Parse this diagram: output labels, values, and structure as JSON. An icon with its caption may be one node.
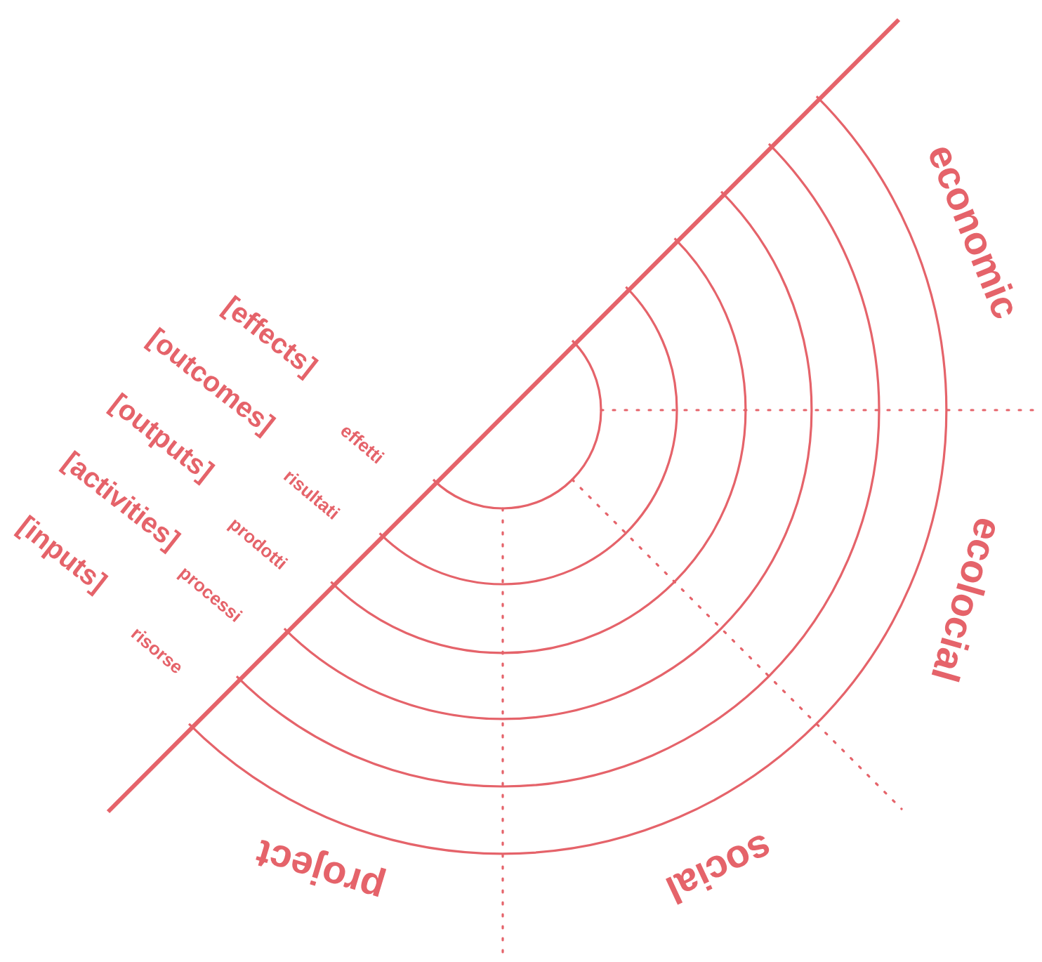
{
  "diagram": {
    "labels": [
      "[effects]",
      "effetti",
      "[outcomes]",
      "risultati",
      "[outputs]",
      "prodotti",
      "[activities]",
      "processi",
      "[inputs]",
      "risorse",
      "economic",
      "ecolocial",
      "social",
      "project"
    ]
  }
}
